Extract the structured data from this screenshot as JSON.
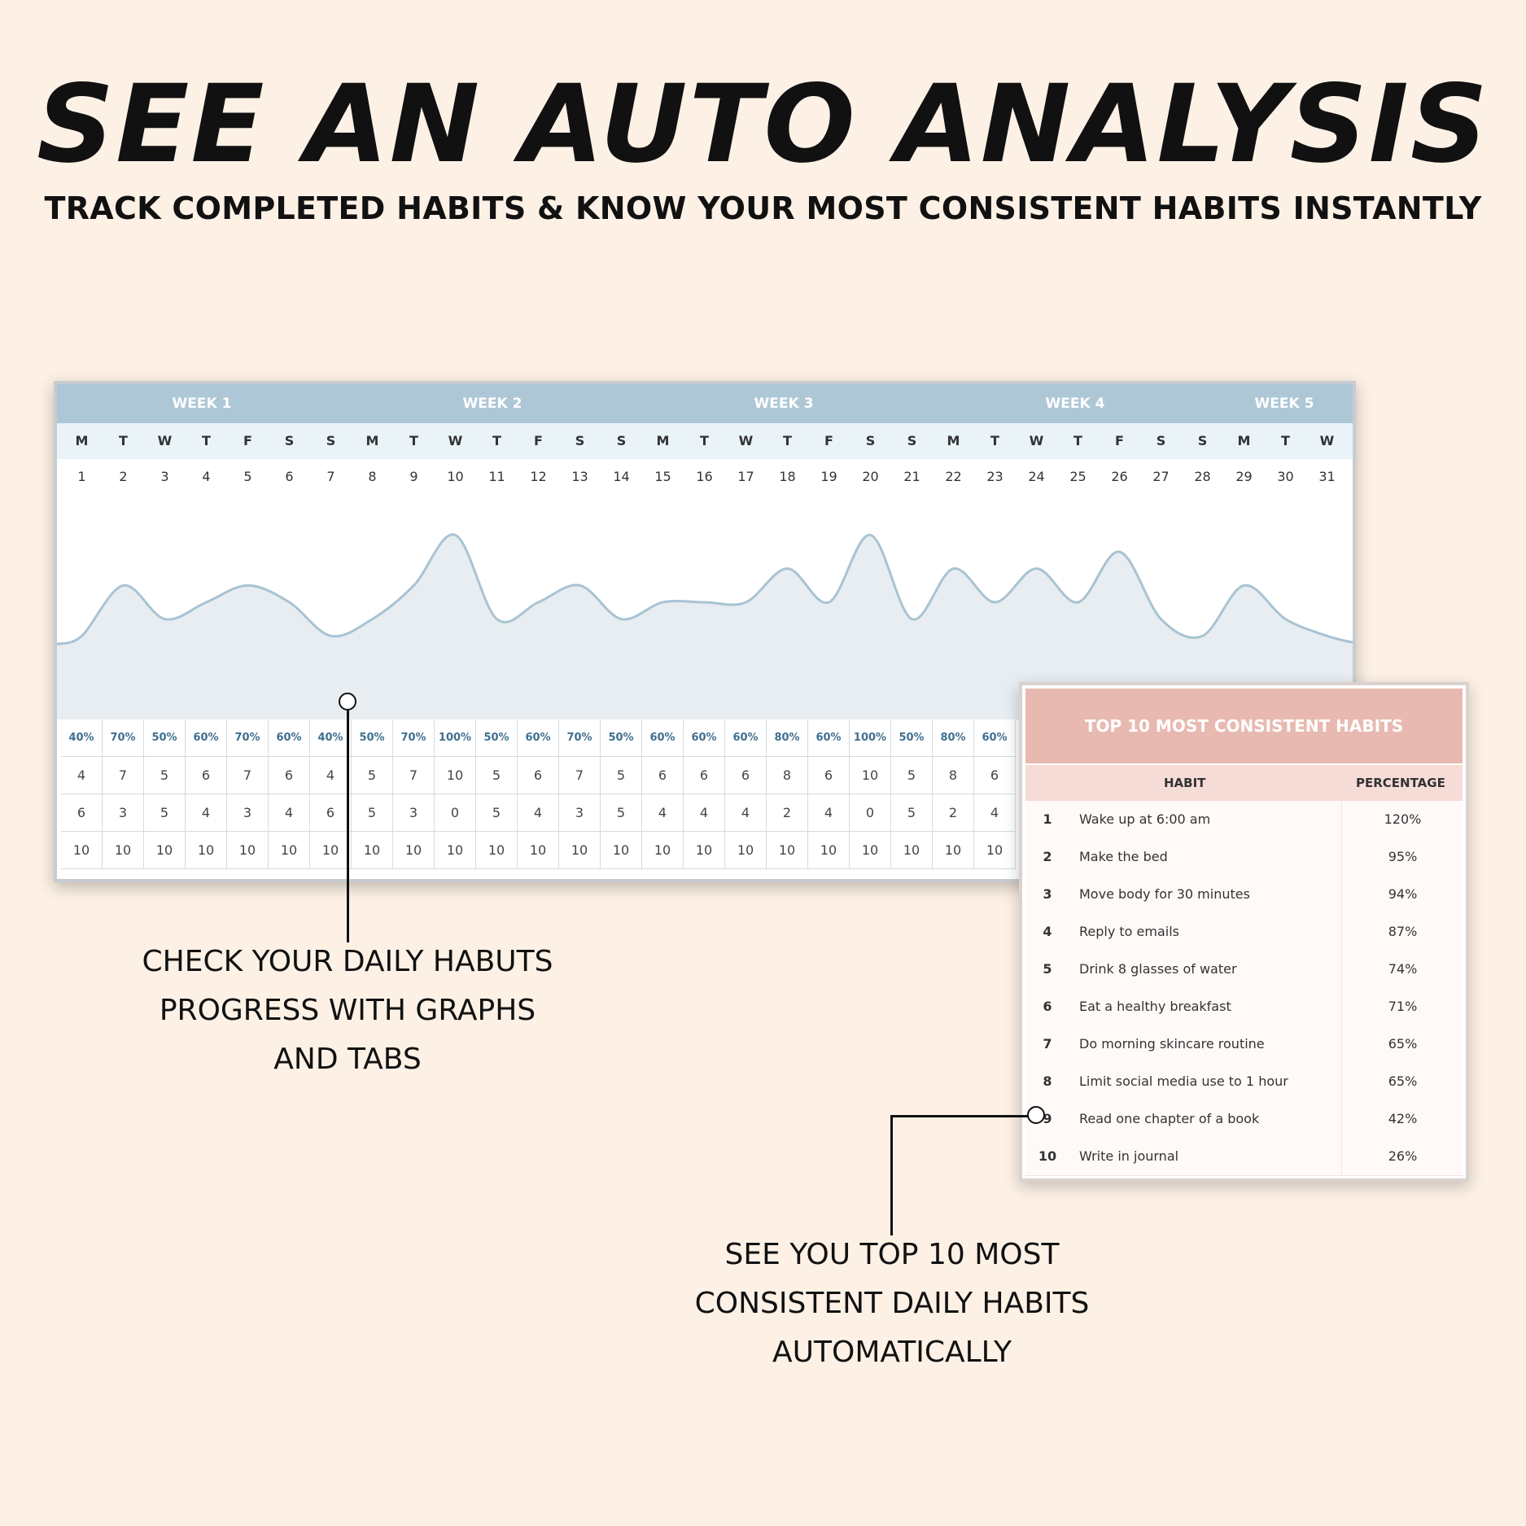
{
  "header": {
    "title": "SEE AN AUTO ANALYSIS",
    "subtitle": "TRACK COMPLETED HABITS & KNOW YOUR MOST CONSISTENT HABITS INSTANTLY"
  },
  "tracker": {
    "weeks": [
      "WEEK 1",
      "WEEK 2",
      "WEEK 3",
      "WEEK 4",
      "WEEK 5"
    ],
    "weekdays": [
      "M",
      "T",
      "W",
      "T",
      "F",
      "S",
      "S",
      "M",
      "T",
      "W",
      "T",
      "F",
      "S",
      "S",
      "M",
      "T",
      "W",
      "T",
      "F",
      "S",
      "S",
      "M",
      "T",
      "W",
      "T",
      "F",
      "S",
      "S",
      "M",
      "T",
      "W"
    ],
    "days": [
      "1",
      "2",
      "3",
      "4",
      "5",
      "6",
      "7",
      "8",
      "9",
      "10",
      "11",
      "12",
      "13",
      "14",
      "15",
      "16",
      "17",
      "18",
      "19",
      "20",
      "21",
      "22",
      "23",
      "24",
      "25",
      "26",
      "27",
      "28",
      "29",
      "30",
      "31"
    ],
    "percentages": [
      "40%",
      "70%",
      "50%",
      "60%",
      "70%",
      "60%",
      "40%",
      "50%",
      "70%",
      "100%",
      "50%",
      "60%",
      "70%",
      "50%",
      "60%",
      "60%",
      "60%",
      "80%",
      "60%",
      "100%",
      "50%",
      "80%",
      "60%"
    ],
    "completed": [
      "4",
      "7",
      "5",
      "6",
      "7",
      "6",
      "4",
      "5",
      "7",
      "10",
      "5",
      "6",
      "7",
      "5",
      "6",
      "6",
      "6",
      "8",
      "6",
      "10",
      "5",
      "8",
      "6"
    ],
    "remaining": [
      "6",
      "3",
      "5",
      "4",
      "3",
      "4",
      "6",
      "5",
      "3",
      "0",
      "5",
      "4",
      "3",
      "5",
      "4",
      "4",
      "4",
      "2",
      "4",
      "0",
      "5",
      "2",
      "4"
    ],
    "total": [
      "10",
      "10",
      "10",
      "10",
      "10",
      "10",
      "10",
      "10",
      "10",
      "10",
      "10",
      "10",
      "10",
      "10",
      "10",
      "10",
      "10",
      "10",
      "10",
      "10",
      "10",
      "10",
      "10"
    ],
    "graph_colors": {
      "line": "#a8c3d3",
      "fill": "#e7edf1"
    }
  },
  "chart_data": {
    "type": "area",
    "x": [
      1,
      2,
      3,
      4,
      5,
      6,
      7,
      8,
      9,
      10,
      11,
      12,
      13,
      14,
      15,
      16,
      17,
      18,
      19,
      20,
      21,
      22,
      23,
      24,
      25,
      26,
      27,
      28,
      29,
      30,
      31
    ],
    "values": [
      40,
      70,
      50,
      60,
      70,
      60,
      40,
      50,
      70,
      100,
      50,
      60,
      70,
      50,
      60,
      60,
      60,
      80,
      60,
      100,
      50,
      80,
      60,
      80,
      60,
      90,
      50,
      40,
      70,
      50,
      40
    ],
    "ylim": [
      0,
      120
    ]
  },
  "annotations": {
    "left_caption": [
      "CHECK YOUR DAILY HABUTS",
      "PROGRESS WITH GRAPHS",
      "AND TABS"
    ],
    "right_caption": [
      "SEE YOU TOP 10 MOST",
      "CONSISTENT DAILY HABITS",
      "AUTOMATICALLY"
    ]
  },
  "top_habits": {
    "title": "TOP 10 MOST CONSISTENT HABITS",
    "col_habit": "HABIT",
    "col_percentage": "PERCENTAGE",
    "rows": [
      {
        "rank": "1",
        "habit": "Wake up at 6:00 am",
        "pct": "120%"
      },
      {
        "rank": "2",
        "habit": "Make the bed",
        "pct": "95%"
      },
      {
        "rank": "3",
        "habit": "Move body for 30 minutes",
        "pct": "94%"
      },
      {
        "rank": "4",
        "habit": "Reply to emails",
        "pct": "87%"
      },
      {
        "rank": "5",
        "habit": "Drink 8 glasses of water",
        "pct": "74%"
      },
      {
        "rank": "6",
        "habit": "Eat a healthy breakfast",
        "pct": "71%"
      },
      {
        "rank": "7",
        "habit": "Do morning skincare routine",
        "pct": "65%"
      },
      {
        "rank": "8",
        "habit": "Limit social media use to 1 hour",
        "pct": "65%"
      },
      {
        "rank": "9",
        "habit": "Read one chapter of a book",
        "pct": "42%"
      },
      {
        "rank": "10",
        "habit": "Write in journal",
        "pct": "26%"
      }
    ]
  }
}
